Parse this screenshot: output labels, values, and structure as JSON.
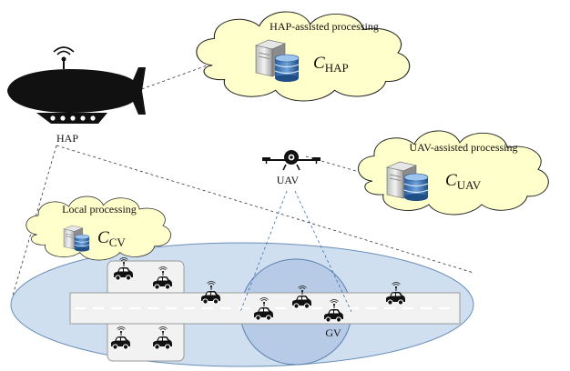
{
  "hap": {
    "label": "HAP"
  },
  "uav": {
    "label": "UAV"
  },
  "gv": {
    "label": "GV"
  },
  "clouds": {
    "hap_processing": {
      "title": "HAP-assisted processing",
      "symbol": "C",
      "subscript": "HAP"
    },
    "uav_processing": {
      "title": "UAV-assisted processing",
      "symbol": "C",
      "subscript": "UAV"
    },
    "local_processing": {
      "title": "Local processing",
      "symbol": "C",
      "subscript": "CV"
    }
  },
  "colors": {
    "ground_ellipse": "#cfdff0",
    "uav_coverage": "#b7cbe6",
    "cloud_fill": "#ffffcc",
    "road": "#f2f2f2",
    "road_edge": "#9a9a9a",
    "database": "#2f6fb3"
  },
  "icons": [
    "airship-icon",
    "drone-icon",
    "server-icon",
    "database-icon",
    "car-icon",
    "antenna-icon"
  ]
}
